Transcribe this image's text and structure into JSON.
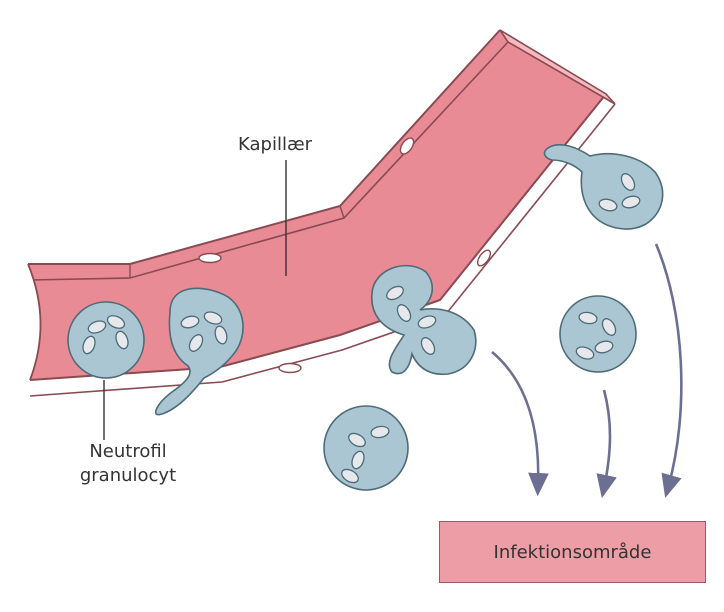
{
  "labels": {
    "capillary": "Kapillær",
    "neutrophil_line1": "Neutrofil",
    "neutrophil_line2": "granulocyt",
    "infection_area": "Infektionsområde"
  },
  "colors": {
    "vessel_fill": "#e88b95",
    "vessel_inner": "#f0b3b9",
    "vessel_edge": "#8a4a52",
    "cell_fill": "#a9c6d2",
    "cell_edge": "#4e6b78",
    "nucleus_fill": "#e6e8ec",
    "arrow": "#6c6f91",
    "box_fill": "#ed9da5"
  }
}
